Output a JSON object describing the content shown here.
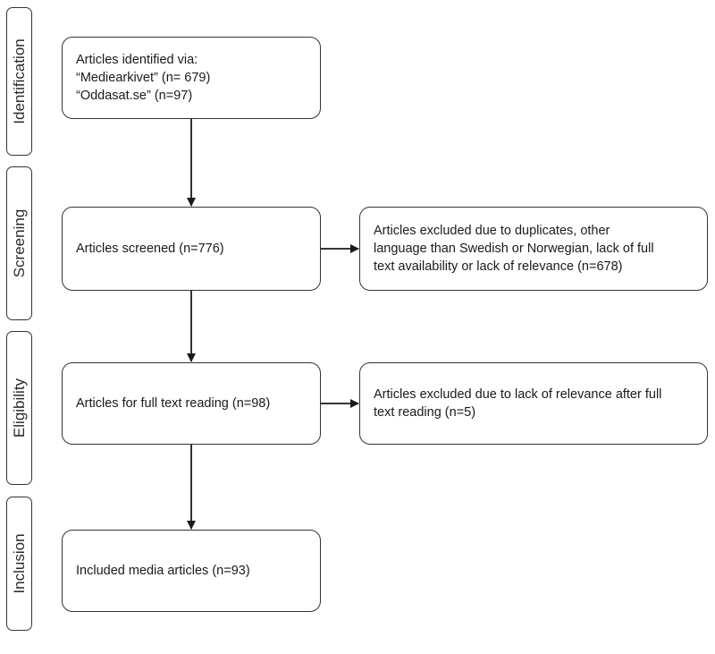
{
  "stages": {
    "identification": "Identification",
    "screening": "Screening",
    "eligibility": "Eligibility",
    "inclusion": "Inclusion"
  },
  "boxes": {
    "identified": {
      "lines": [
        "Articles identified via:",
        "“Mediearkivet” (n= 679)",
        "“Oddasat.se” (n=97)"
      ]
    },
    "screened": {
      "lines": [
        "Articles screened (n=776)"
      ]
    },
    "excluded_screening": {
      "lines": [
        "Articles excluded due to duplicates, other",
        "language than Swedish or Norwegian, lack of full",
        "text availability or lack of  relevance (n=678)"
      ]
    },
    "full_text": {
      "lines": [
        "Articles for full text reading (n=98)"
      ]
    },
    "excluded_full_text": {
      "lines": [
        "Articles excluded due to lack of relevance after full",
        "text reading (n=5)"
      ]
    },
    "included": {
      "lines": [
        "Included media articles (n=93)"
      ]
    }
  },
  "colors": {
    "stroke": "#333333",
    "arrow": "#1a1a1a"
  }
}
